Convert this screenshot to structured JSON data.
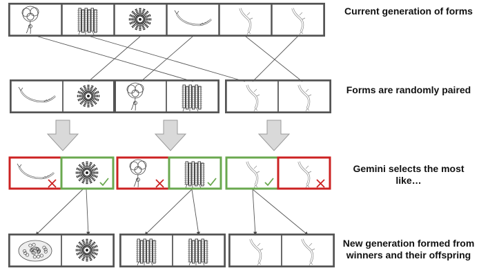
{
  "captions": {
    "row1": "Current generation of forms",
    "row2": "Forms are randomly paired",
    "row3": "Gemini selects the most like…",
    "row4": "New generation formed from winners and their offspring"
  },
  "colors": {
    "frame": "#555555",
    "winner": "#6aa84f",
    "loser": "#cc2222",
    "arrow_fill": "#d9d9d9",
    "arrow_stroke": "#999999",
    "connector": "#555555"
  },
  "form_types": {
    "tree": "tree-form-icon",
    "column": "columnar-form-icon",
    "radial": "radial-form-icon",
    "tendril": "tendril-form-icon",
    "hook": "hook-form-icon",
    "bush": "bush-form-icon"
  },
  "rows": {
    "current_generation": [
      "tree",
      "column",
      "radial",
      "tendril",
      "hook",
      "hook"
    ],
    "pairs": [
      [
        "tendril",
        "radial"
      ],
      [
        "tree",
        "column"
      ],
      [
        "hook",
        "hook"
      ]
    ],
    "selections": [
      [
        {
          "form": "tendril",
          "winner": false
        },
        {
          "form": "radial",
          "winner": true
        }
      ],
      [
        {
          "form": "tree",
          "winner": false
        },
        {
          "form": "column",
          "winner": true
        }
      ],
      [
        {
          "form": "hook",
          "winner": true
        },
        {
          "form": "hook",
          "winner": false
        }
      ]
    ],
    "new_generation": [
      [
        "bush",
        "radial"
      ],
      [
        "column",
        "column"
      ],
      [
        "hook",
        "hook"
      ]
    ]
  }
}
